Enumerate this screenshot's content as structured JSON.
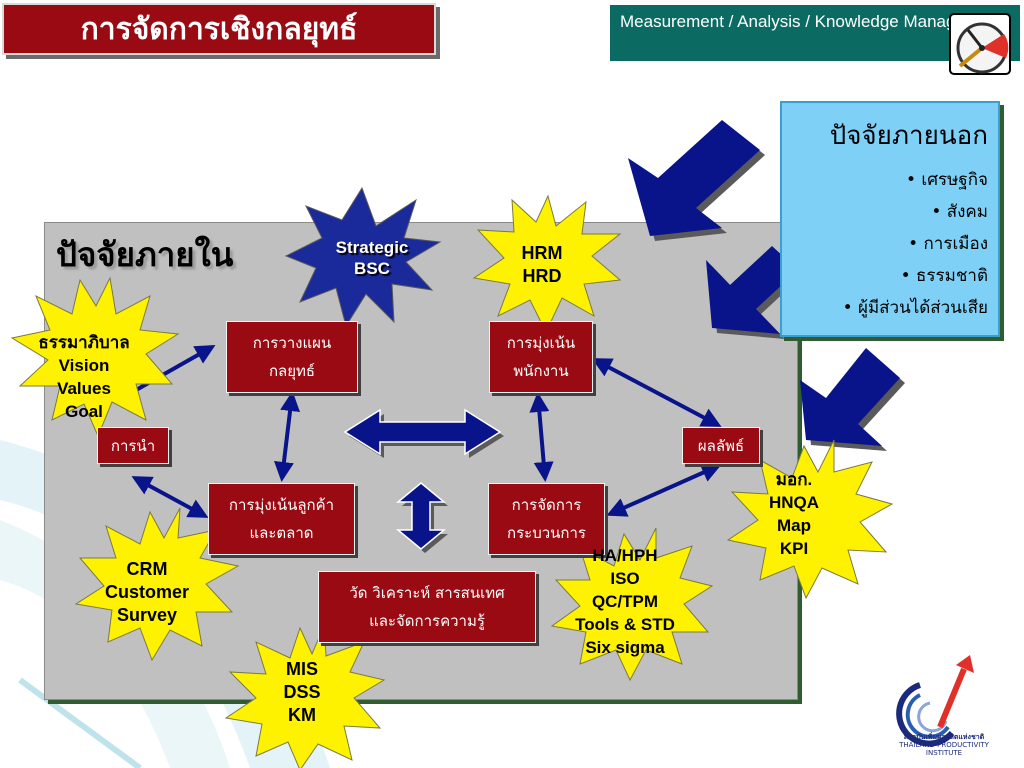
{
  "title": "การจัดการเชิงกลยุทธ์",
  "header": "Measurement / Analysis / Knowledge Management",
  "internal": {
    "title": "ปัจจัยภายใน"
  },
  "external": {
    "title": "ปัจจัยภายนอก",
    "items": [
      "• เศรษฐกิจ",
      "• สังคม",
      "• การเมือง",
      "• ธรรมชาติ",
      "• ผู้มีส่วนได้ส่วนเสีย"
    ]
  },
  "boxes": {
    "planning": [
      "การวางแผน",
      "กลยุทธ์"
    ],
    "employee": [
      "การมุ่งเน้น",
      "พนักงาน"
    ],
    "leadership": [
      "การนำ"
    ],
    "results": [
      "ผลลัพธ์"
    ],
    "customer": [
      "การมุ่งเน้นลูกค้า",
      "และตลาด"
    ],
    "process": [
      "การจัดการ",
      "กระบวนการ"
    ],
    "measurement": [
      "วัด วิเคราะห์ สารสนเทศ",
      "และจัดการความรู้"
    ]
  },
  "bursts": {
    "strategic": [
      "Strategic",
      "BSC"
    ],
    "hrm": [
      "HRM",
      "HRD"
    ],
    "governance": [
      "ธรรมาภิบาล",
      "Vision",
      "Values",
      "Goal"
    ],
    "crm": [
      "CRM",
      "Customer",
      "Survey"
    ],
    "mis": [
      "MIS",
      "DSS",
      "KM"
    ],
    "quality": [
      "HA/HPH",
      "ISO",
      "QC/TPM",
      "Tools & STD",
      "Six sigma"
    ],
    "standards": [
      "มอก.",
      "HNQA",
      "Map",
      "KPI"
    ]
  },
  "logo": {
    "line1": "สถาบันเพิ่มผลผลิตแห่งชาติ",
    "line2": "THAILAND PRODUCTIVITY INSTITUTE"
  },
  "colors": {
    "title_bg": "#9a0a12",
    "header_bg": "#0b6b63",
    "panel": "#c0c0c0",
    "external_bg": "#7fd0f6",
    "arrow": "#0a148a",
    "burst_yellow": "#fff200",
    "burst_blue": "#1a2a9a"
  }
}
